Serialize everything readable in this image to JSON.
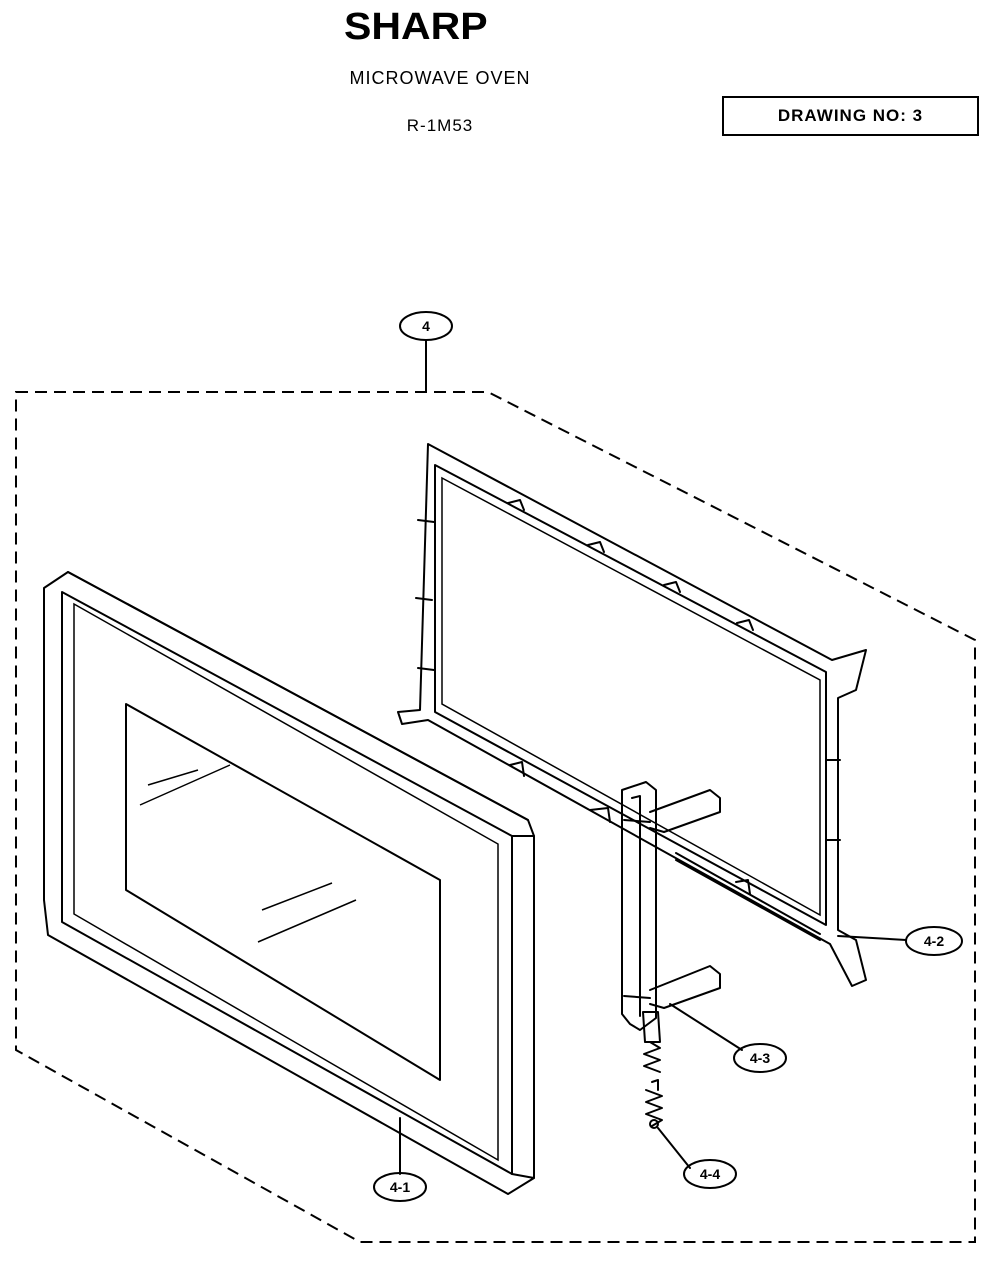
{
  "header": {
    "brand": "SHARP",
    "product": "MICROWAVE OVEN",
    "model": "R-1M53",
    "drawing_label": "DRAWING NO: 3"
  },
  "callouts": {
    "assembly": "4",
    "door_panel": "4-1",
    "choke_frame": "4-2",
    "latch_head": "4-3",
    "latch_spring": "4-4"
  }
}
